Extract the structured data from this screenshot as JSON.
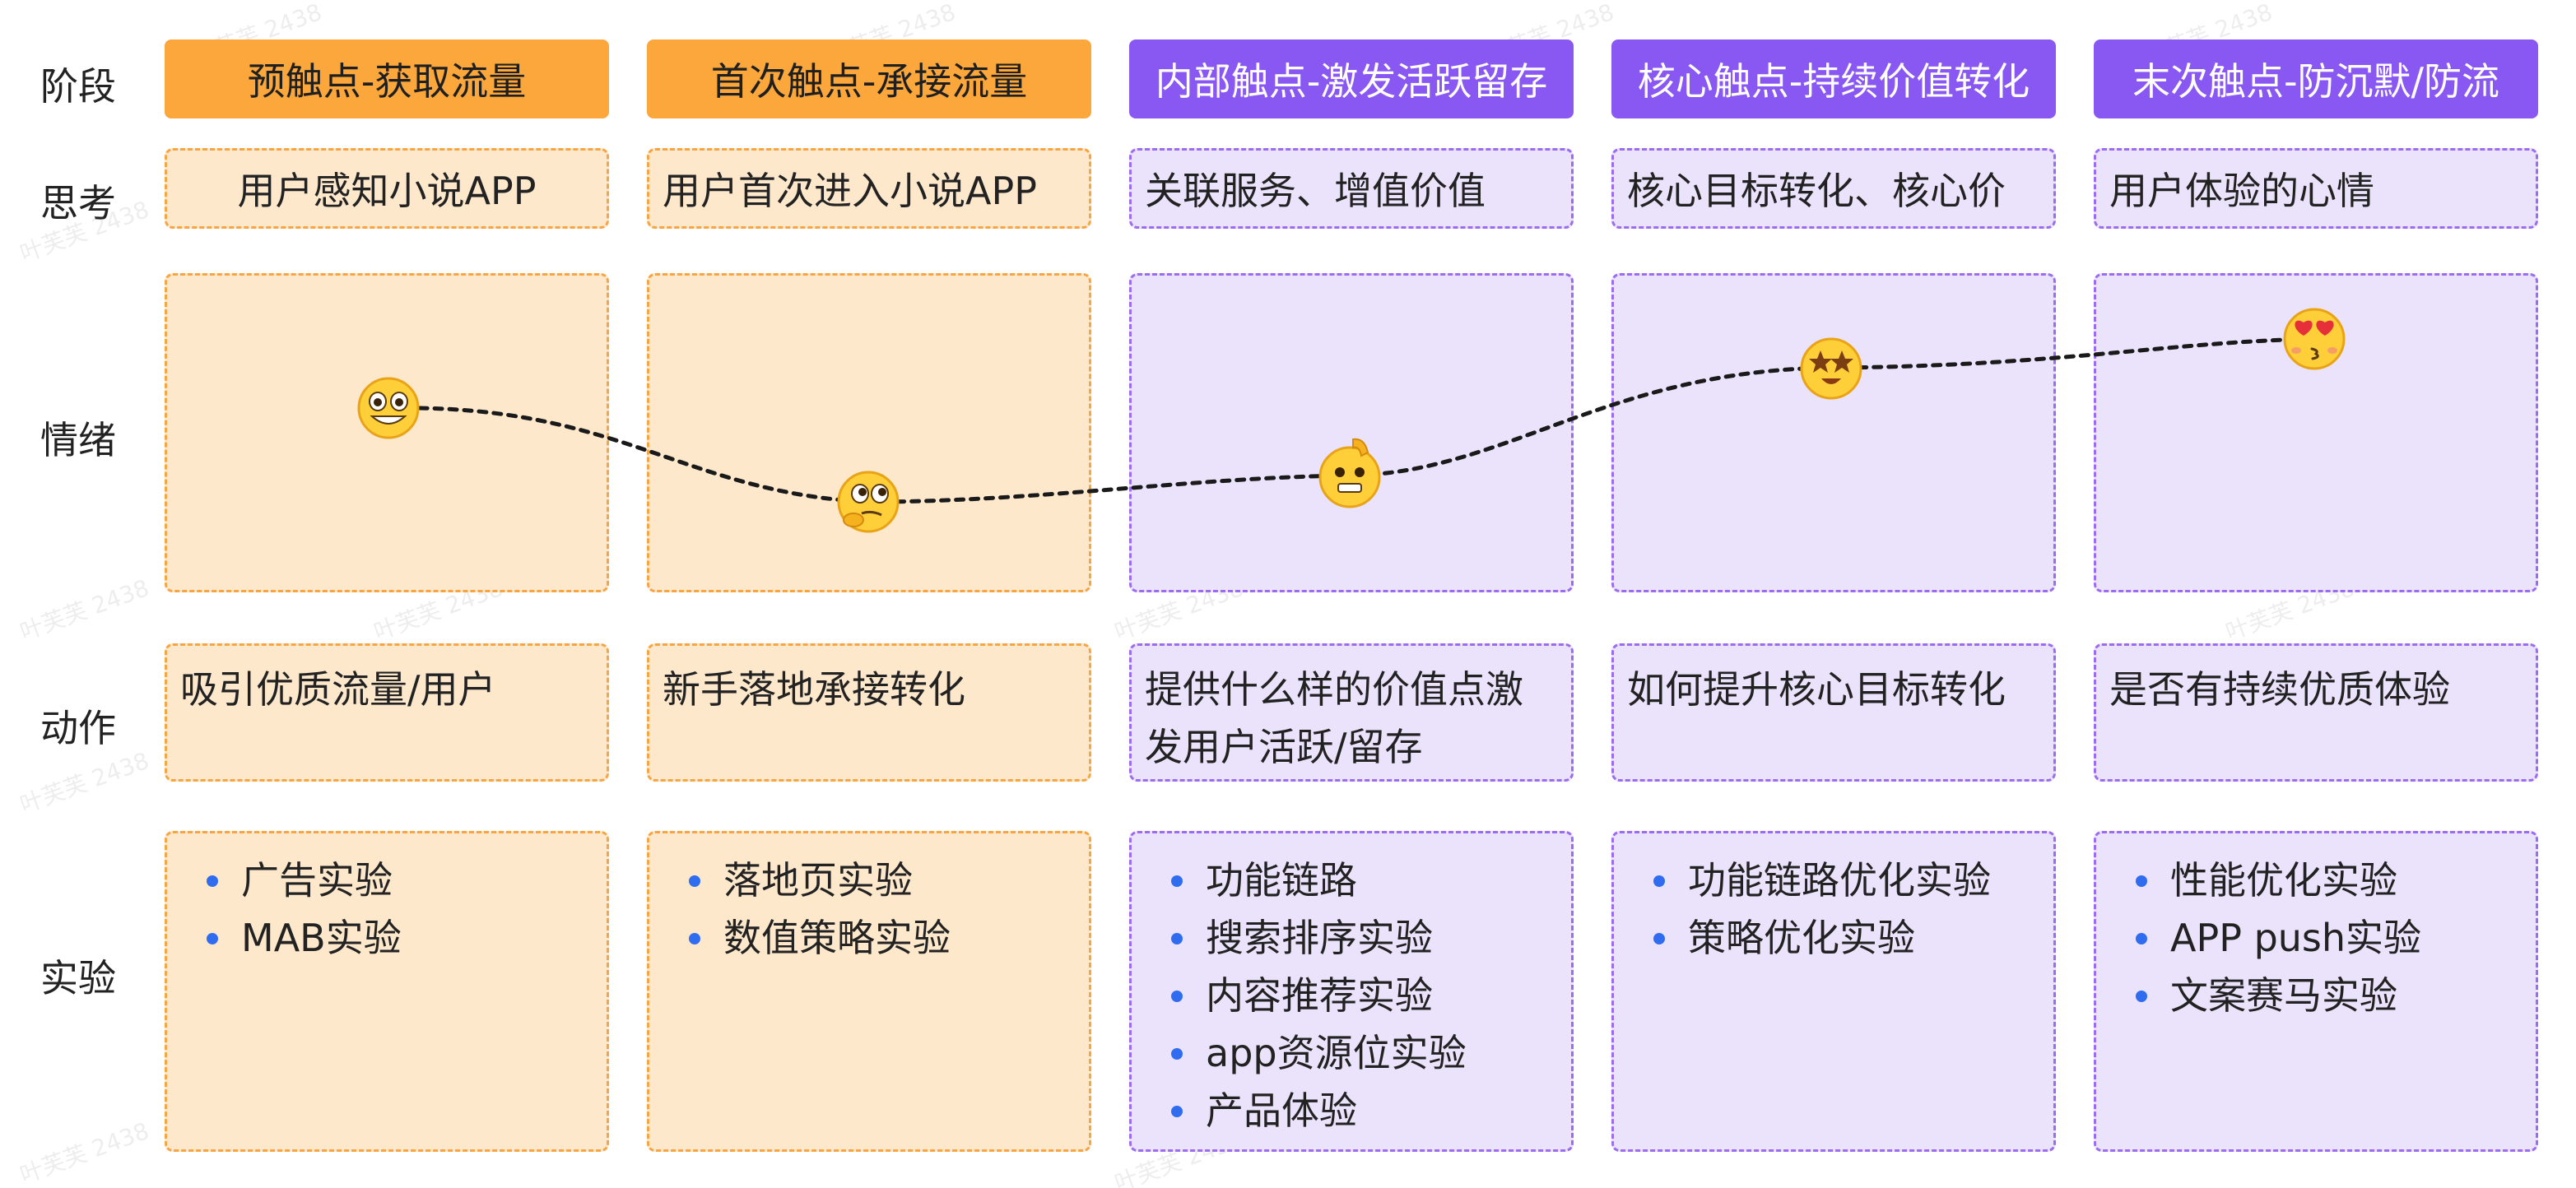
{
  "row_labels": {
    "stage": "阶段",
    "thinking": "思考",
    "emotion": "情绪",
    "action": "动作",
    "experiment": "实验"
  },
  "columns": [
    {
      "stage": "预触点-获取流量",
      "thinking": "用户感知小说APP",
      "action": "吸引优质流量/用户",
      "experiments": [
        "广告实验",
        "MAB实验"
      ]
    },
    {
      "stage": "首次触点-承接流量",
      "thinking": "用户首次进入小说APP",
      "action": "新手落地承接转化",
      "experiments": [
        "落地页实验",
        "数值策略实验"
      ]
    },
    {
      "stage": "内部触点-激发活跃留存",
      "thinking": "关联服务、增值价值",
      "action": "提供什么样的价值点激发用户活跃/留存",
      "experiments": [
        "功能链路",
        "搜索排序实验",
        "内容推荐实验",
        "app资源位实验",
        "产品体验"
      ]
    },
    {
      "stage": "核心触点-持续价值转化",
      "thinking": "核心目标转化、核心价",
      "action": "如何提升核心目标转化",
      "experiments": [
        "功能链路优化实验",
        "策略优化实验"
      ]
    },
    {
      "stage": "末次触点-防沉默/防流",
      "thinking": "用户体验的心情",
      "action": "是否有持续优质体验",
      "experiments": [
        "性能优化实验",
        "APP push实验",
        "文案赛马实验"
      ]
    }
  ],
  "emotion_faces": [
    "grinning-face",
    "thinking-face",
    "pinching-hand-face",
    "star-struck-face",
    "heart-eyes-kiss-face"
  ],
  "watermark_text": "叶芙芙 2438",
  "colors": {
    "orange_header": "#fba73b",
    "orange_fill": "#fde8cc",
    "orange_border": "#f7a443",
    "purple_header": "#8957f2",
    "purple_fill": "#ebe3fc",
    "purple_border": "#9b6cf0",
    "bullet": "#2f6cf0"
  }
}
